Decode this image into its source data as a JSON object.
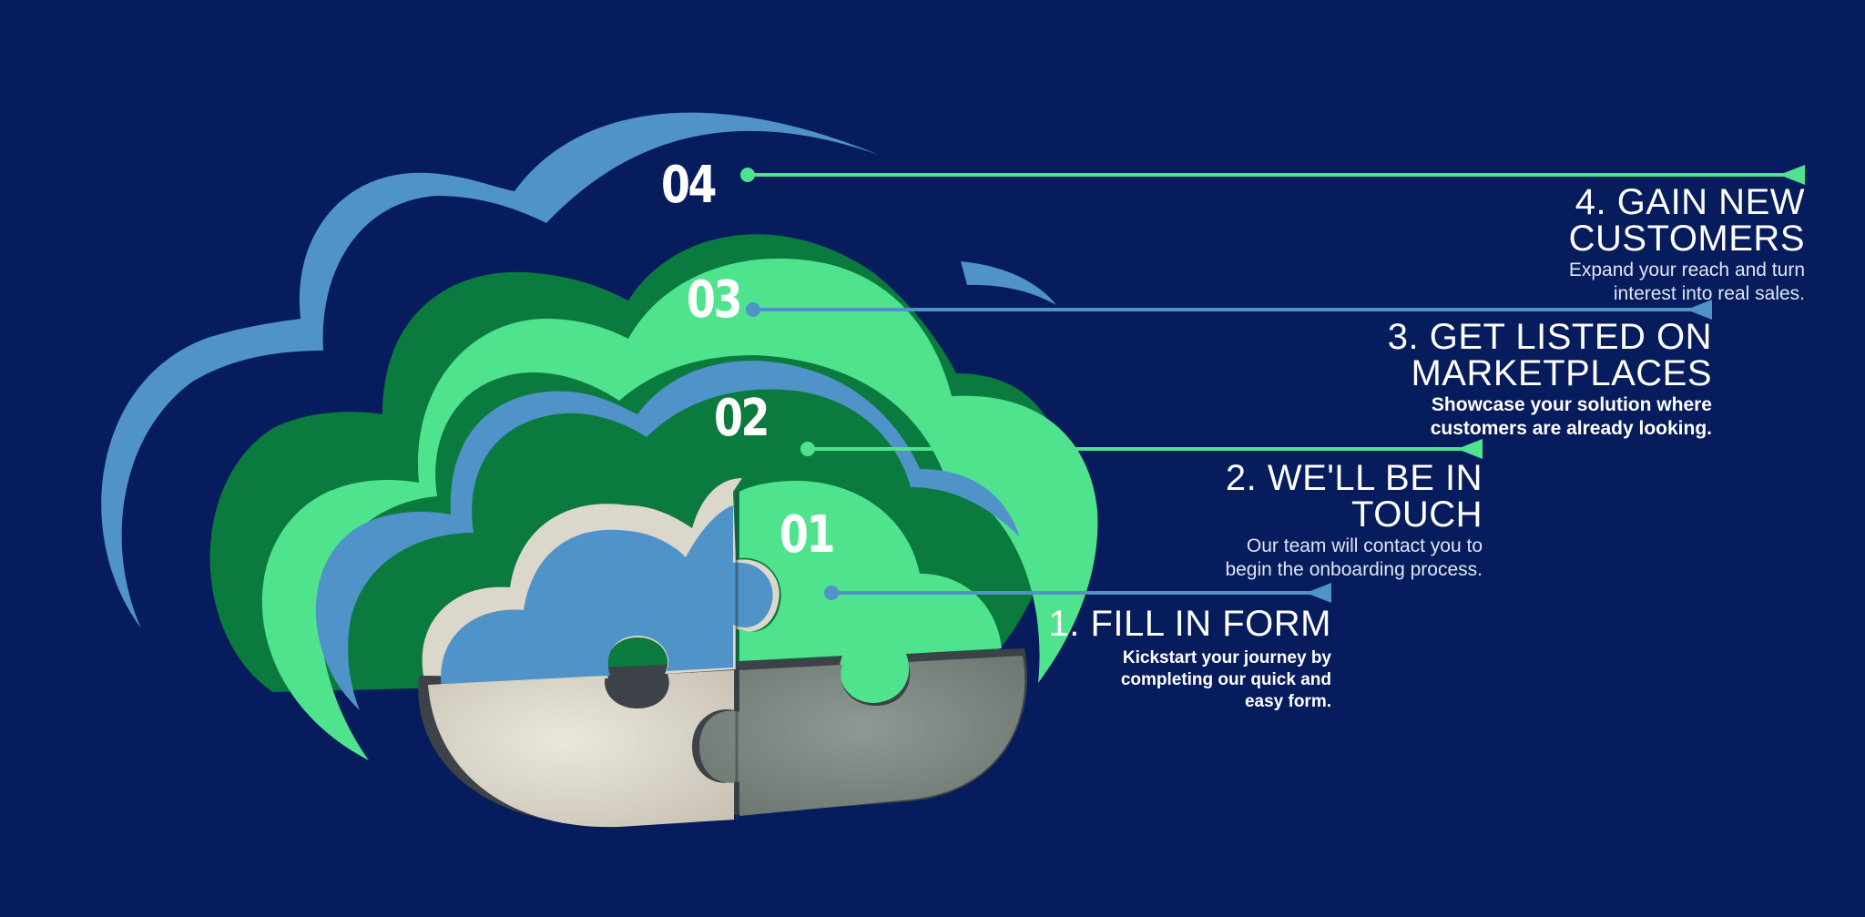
{
  "colors": {
    "background": "#061c5c",
    "green": "#50e38e",
    "dark_green": "#0b7a3f",
    "blue": "#4f93c8",
    "puzzle_light": "#dcd7cb",
    "puzzle_grey": "#7a8580"
  },
  "numbers": {
    "n1": "01",
    "n2": "02",
    "n3": "03",
    "n4": "04"
  },
  "steps": [
    {
      "title_line1": "1. FILL IN FORM",
      "title_line2": "",
      "desc_line1": "Kickstart your journey by",
      "desc_line2": "completing our quick and",
      "desc_line3": "easy form.",
      "line_color": "blue"
    },
    {
      "title_line1": "2. WE'LL BE IN",
      "title_line2": "TOUCH",
      "desc_line1": "Our team will contact you to",
      "desc_line2": "begin the onboarding process.",
      "desc_line3": "",
      "line_color": "green"
    },
    {
      "title_line1": "3. GET LISTED ON",
      "title_line2": "MARKETPLACES",
      "desc_line1": "Showcase your solution where",
      "desc_line2": "customers are already looking.",
      "desc_line3": "",
      "line_color": "blue"
    },
    {
      "title_line1": "4. GAIN NEW",
      "title_line2": "CUSTOMERS",
      "desc_line1": "Expand your reach and turn",
      "desc_line2": "interest into real sales.",
      "desc_line3": "",
      "line_color": "green"
    }
  ]
}
